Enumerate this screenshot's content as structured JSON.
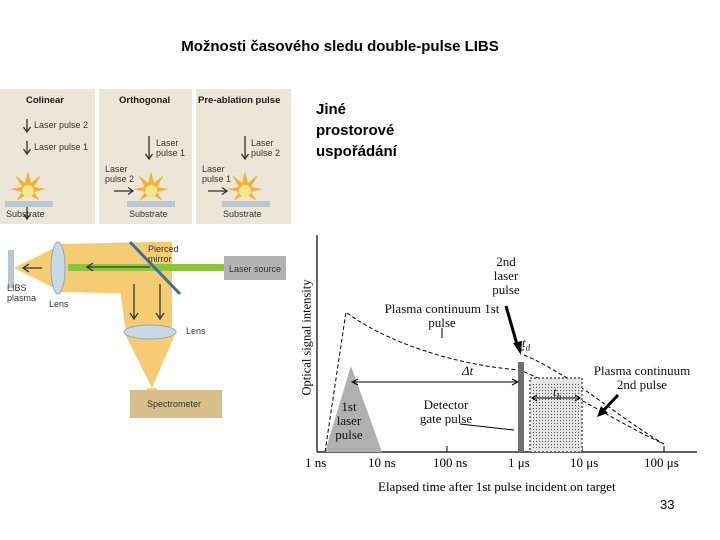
{
  "title": "Možnosti časového sledu double-pulse LIBS",
  "side_text": [
    "Jiné",
    "prostorové",
    "uspořádání"
  ],
  "geometry_panels": [
    {
      "title": "Colinear",
      "labels": [
        "Laser pulse 2",
        "Laser pulse 1"
      ],
      "substrate": "Substrate"
    },
    {
      "title": "Orthogonal",
      "labels": [
        "Laser pulse 1",
        "Laser pulse 2"
      ],
      "substrate": "Substrate"
    },
    {
      "title": "Pre-ablation pulse",
      "labels": [
        "Laser pulse 2",
        "Laser pulse 1"
      ],
      "substrate": "Substrate"
    }
  ],
  "setup": {
    "pierced_mirror": "Pierced mirror",
    "laser_source": "Laser source",
    "libs_plasma": "LIBS plasma",
    "lens_left": "Lens",
    "lens_bottom": "Lens",
    "spectrometer": "Spectrometer"
  },
  "timing": {
    "ylabel": "Optical signal intensity",
    "xlabel": "Elapsed time after 1st pulse incident on target",
    "ticks": [
      "1 ns",
      "10 ns",
      "100 ns",
      "1 μs",
      "10 μs",
      "100 μs"
    ],
    "pulse1": "1st laser pulse",
    "continuum1": "Plasma continuum 1st pulse",
    "pulse2": "2nd laser pulse",
    "continuum2": "Plasma continuum 2nd pulse",
    "gate": "Detector gate pulse",
    "delta_t": "Δt",
    "td": "t",
    "td_sub": "d",
    "th": "t",
    "th_sub": "h"
  },
  "page_number": "33",
  "colors": {
    "panel_bg": "#ede5d8",
    "beam": "#f5cc74",
    "green_beam": "#8cc43c",
    "spectrometer": "#d8bf8a",
    "gray_box": "#b3b3b3",
    "substrate": "#b8c7d2",
    "gate_fill": "#888888"
  }
}
